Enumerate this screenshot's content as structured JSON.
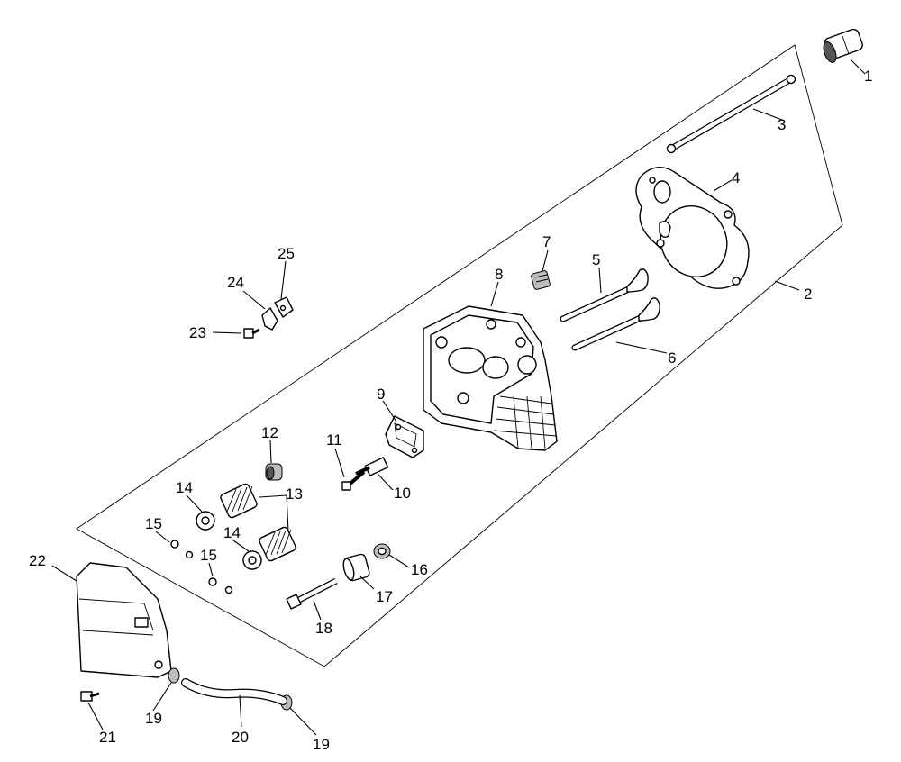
{
  "diagram": {
    "labels": {
      "p1": "1",
      "p2": "2",
      "p3": "3",
      "p4": "4",
      "p5": "5",
      "p6": "6",
      "p7": "7",
      "p8": "8",
      "p9": "9",
      "p10": "10",
      "p11": "11",
      "p12": "12",
      "p13": "13",
      "p14a": "14",
      "p14b": "14",
      "p15a": "15",
      "p15b": "15",
      "p16": "16",
      "p17": "17",
      "p18": "18",
      "p19a": "19",
      "p19b": "19",
      "p20": "20",
      "p21": "21",
      "p22": "22",
      "p23": "23",
      "p24": "24",
      "p25": "25"
    }
  }
}
